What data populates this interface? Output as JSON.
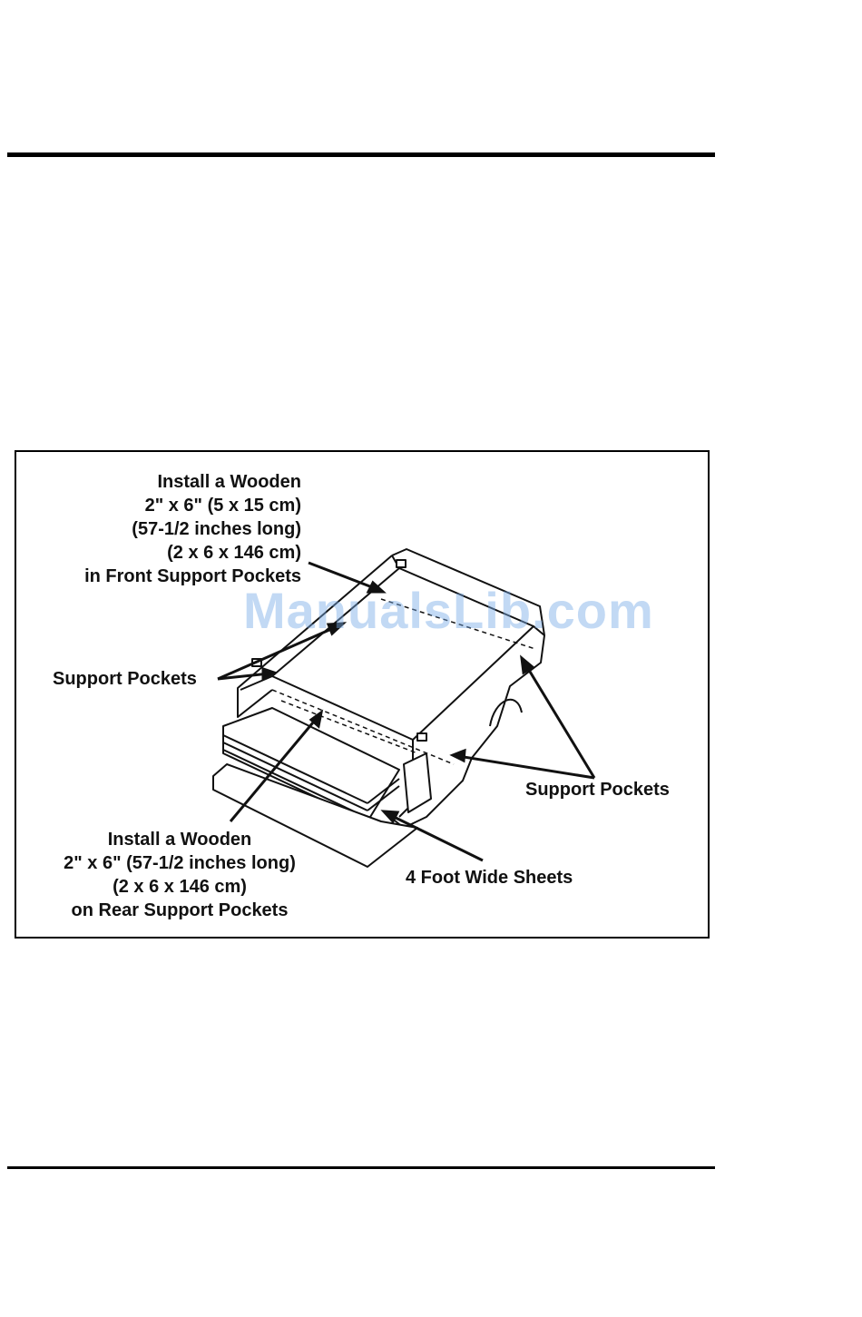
{
  "figure": {
    "callouts": {
      "front": [
        "Install a Wooden",
        "2\" x 6\" (5 x 15 cm)",
        "(57-1/2 inches long)",
        "(2 x 6 x 146 cm)",
        "in Front Support Pockets"
      ],
      "support_left": "Support Pockets",
      "support_right": "Support Pockets",
      "sheets": "4 Foot Wide Sheets",
      "rear": [
        "Install a Wooden",
        "2\" x 6\" (57-1/2 inches long)",
        "(2 x 6 x 146 cm)",
        "on Rear Support Pockets"
      ]
    },
    "watermark": "ManualsLib.com"
  }
}
